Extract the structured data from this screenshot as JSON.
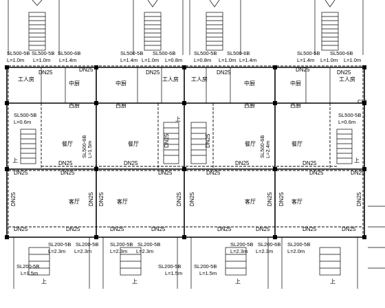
{
  "rooms": {
    "kitchen": "中厨",
    "west_kitchen": "西厨",
    "worker_room": "工人房",
    "dining": "餐厅",
    "living": "客厅",
    "up": "上"
  },
  "pipe_label": "DN25",
  "valves": {
    "sl500_5b": "SL500-5B",
    "sl500_6b": "SL500-6B",
    "sl200_5b": "SL200-5B",
    "sl200_6b": "SL200-6B"
  },
  "lengths": {
    "l10": "L=1.0m",
    "l14": "L=1.4m",
    "l08": "L=0.8m",
    "l06": "L=0.6m",
    "l15": "L=1.5m",
    "l23": "L=2.3m",
    "l24": "L=2.4m",
    "l20": "L=2.0m"
  },
  "marks": {
    "cl4": "CL4"
  }
}
